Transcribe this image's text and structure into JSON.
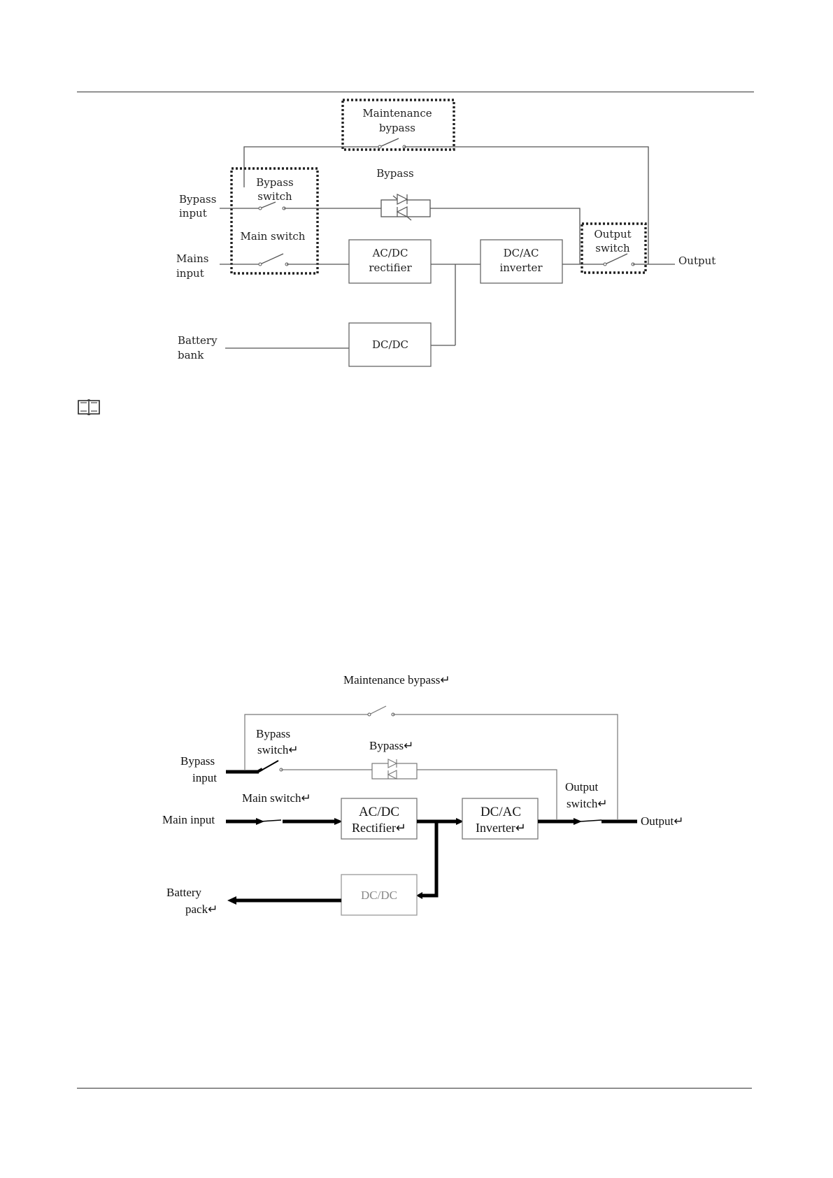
{
  "diagram1": {
    "maintenance_bypass": "Maintenance",
    "maintenance_bypass_2": "bypass",
    "bypass": "Bypass",
    "bypass_switch": "Bypass",
    "bypass_switch_2": "switch",
    "bypass_input": "Bypass",
    "bypass_input_2": "input",
    "main_switch": "Main switch",
    "mains_input": "Mains",
    "mains_input_2": "input",
    "rectifier": "AC/DC",
    "rectifier_2": "rectifier",
    "inverter": "DC/AC",
    "inverter_2": "inverter",
    "output_switch": "Output",
    "output_switch_2": "switch",
    "output": "Output",
    "battery_bank": "Battery",
    "battery_bank_2": "bank",
    "dcdc": "DC/DC"
  },
  "diagram2": {
    "maintenance_bypass": "Maintenance bypass↵",
    "bypass_switch": "Bypass",
    "bypass_switch_2": "switch↵",
    "bypass": "Bypass↵",
    "bypass_input": "Bypass",
    "bypass_input_2": "input",
    "main_switch": "Main switch↵",
    "main_input": "Main input",
    "rectifier": "AC/DC",
    "rectifier_2": "Rectifier↵",
    "inverter": "DC/AC",
    "inverter_2": "Inverter↵",
    "output_switch": "Output",
    "output_switch_2": "switch↵",
    "output": "Output↵",
    "battery_pack": "Battery",
    "battery_pack_2": "pack↵",
    "dcdc": "DC/DC"
  },
  "icons": {
    "note": "book-icon"
  }
}
